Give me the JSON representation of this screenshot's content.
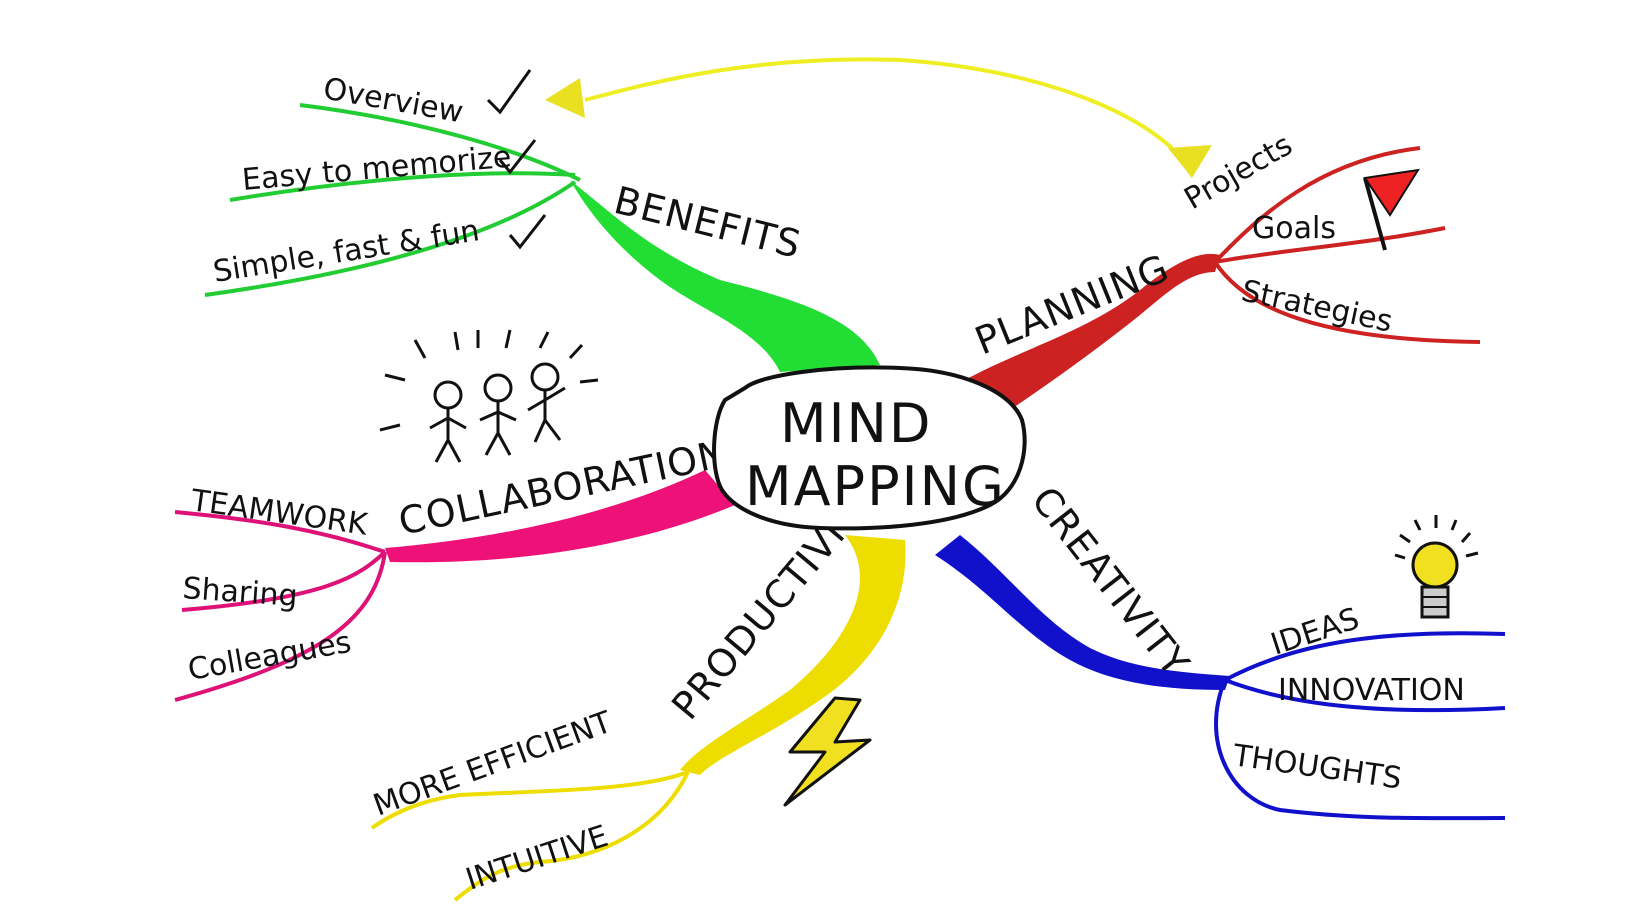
{
  "center": {
    "line1": "MIND",
    "line2": "MAPPING"
  },
  "branches": {
    "benefits": {
      "label": "BENEFITS",
      "color": "#22dd33",
      "leaves": [
        "Overview",
        "Easy to memorize",
        "Simple, fast & fun"
      ]
    },
    "planning": {
      "label": "PLANNING",
      "color": "#cc2222",
      "leaves": [
        "Projects",
        "Goals",
        "Strategies"
      ]
    },
    "collaboration": {
      "label": "COLLABORATION",
      "color": "#ee1177",
      "leaves": [
        "TEAMWORK",
        "Sharing",
        "Colleagues"
      ]
    },
    "creativity": {
      "label": "CREATIVITY",
      "color": "#1111cc",
      "leaves": [
        "IDEAS",
        "INNOVATION",
        "THOUGHTS"
      ]
    },
    "productivity": {
      "label": "PRODUCTIVITY",
      "color": "#eedd00",
      "leaves": [
        "MORE EFFICIENT",
        "INTUITIVE"
      ]
    }
  },
  "connector_color": "#eeee22",
  "icons": [
    "check-icon",
    "flag-icon",
    "stick-figures-icon",
    "lightbulb-icon",
    "lightning-icon",
    "arrow-icon"
  ]
}
